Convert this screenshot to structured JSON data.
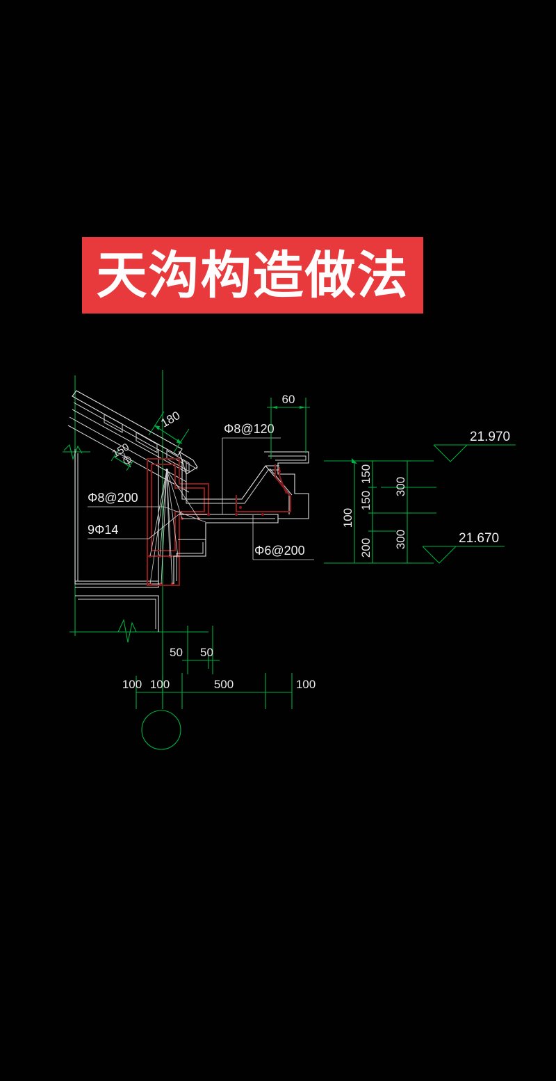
{
  "page": {
    "background_color": "#000000",
    "type": "cad-detail-drawing"
  },
  "banner": {
    "title": "天沟构造做法",
    "background_color": "#e8393c",
    "text_color": "#ffffff"
  },
  "drawing": {
    "name": "gutter-construction-detail",
    "line_color_structure": "#e6e6e6",
    "line_color_dimension": "#00b140",
    "line_color_rebar": "#8b1a1a",
    "rebar_labels": [
      {
        "id": "slab-top-bar",
        "text": "Φ8@200"
      },
      {
        "id": "column-main-bar",
        "text": "9Φ14"
      },
      {
        "id": "gutter-bar",
        "text": "Φ8@120"
      },
      {
        "id": "parapet-bar",
        "text": "Φ6@200"
      }
    ],
    "slope_dimensions": [
      {
        "id": "roof-thickness",
        "text": "180"
      },
      {
        "id": "roof-layer",
        "text": "150"
      }
    ],
    "top_dimension": {
      "id": "parapet-width",
      "text": "60"
    },
    "vertical_dimensions": {
      "outer": [
        "100"
      ],
      "inner": [
        "150",
        "150",
        "200"
      ],
      "right": [
        "300",
        "300"
      ]
    },
    "horizontal_dimensions": {
      "upper": [
        "50",
        "50"
      ],
      "lower": [
        "100",
        "100",
        "500",
        "100"
      ]
    },
    "elevations": [
      {
        "id": "elevation-top",
        "text": "21.970"
      },
      {
        "id": "elevation-bottom",
        "text": "21.670"
      }
    ],
    "axis_bubble": {
      "id": "axis-grid-bubble",
      "label": ""
    }
  }
}
